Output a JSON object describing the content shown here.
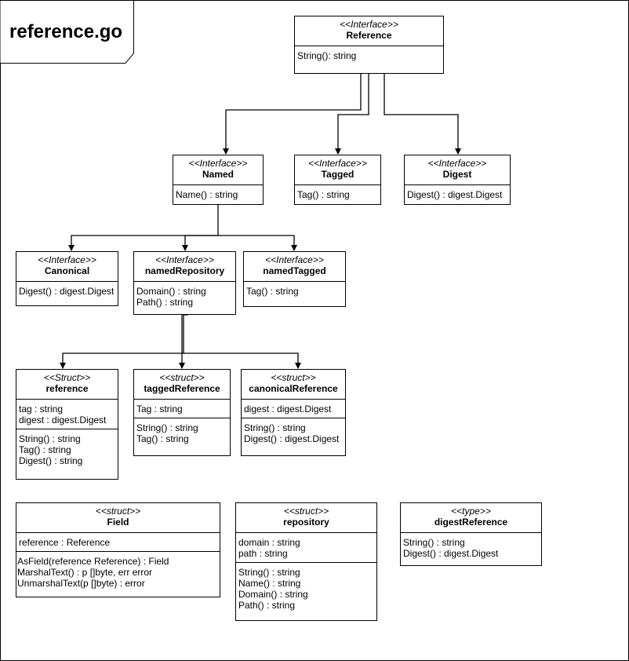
{
  "title": "reference.go",
  "boxes": {
    "reference_iface": {
      "stereotype": "<<Interface>>",
      "name": "Reference",
      "sections": [
        [
          "String(): string"
        ]
      ]
    },
    "named": {
      "stereotype": "<<Interface>>",
      "name": "Named",
      "sections": [
        [
          "Name() : string"
        ]
      ]
    },
    "tagged": {
      "stereotype": "<<Interface>>",
      "name": "Tagged",
      "sections": [
        [
          "Tag() : string"
        ]
      ]
    },
    "digest": {
      "stereotype": "<<Interface>>",
      "name": "Digest",
      "sections": [
        [
          "Digest() : digest.Digest"
        ]
      ]
    },
    "canonical": {
      "stereotype": "<<Interface>>",
      "name": "Canonical",
      "sections": [
        [
          "Digest() : digest.Digest"
        ]
      ]
    },
    "named_repository": {
      "stereotype": "<<Interface>>",
      "name": "namedRepository",
      "sections": [
        [
          "Domain() : string",
          "Path() : string"
        ]
      ]
    },
    "named_tagged": {
      "stereotype": "<<Interface>>",
      "name": "namedTagged",
      "sections": [
        [
          "Tag() : string"
        ]
      ]
    },
    "reference_struct": {
      "stereotype": "<<Struct>>",
      "name": "reference",
      "sections": [
        [
          "tag : string",
          "digest : digest.Digest"
        ],
        [
          "String() : string",
          "Tag() : string",
          "Digest() : string"
        ]
      ]
    },
    "tagged_reference": {
      "stereotype": "<<struct>>",
      "name": "taggedReference",
      "sections": [
        [
          "Tag : string"
        ],
        [
          "String() : string",
          "Tag() : string"
        ]
      ]
    },
    "canonical_reference": {
      "stereotype": "<<struct>>",
      "name": "canonicalReference",
      "sections": [
        [
          "digest : digest.Digest"
        ],
        [
          "String() : string",
          "Digest() : digest.Digest"
        ]
      ]
    },
    "field": {
      "stereotype": "<<struct>>",
      "name": "Field",
      "sections": [
        [
          "reference : Reference"
        ],
        [
          "AsField(reference Reference) : Field",
          "MarshalText() : p []byte, err error",
          "UnmarshalText(p []byte) : error"
        ]
      ]
    },
    "repository": {
      "stereotype": "<<struct>>",
      "name": "repository",
      "sections": [
        [
          "domain : string",
          "path : string"
        ],
        [
          "String() : string",
          "Name() : string",
          "Domain() : string",
          "Path() : string"
        ]
      ]
    },
    "digest_reference": {
      "stereotype": "<<type>>",
      "name": "digestReference",
      "sections": [
        [
          "String() : string",
          "Digest() : digest.Digest"
        ]
      ]
    }
  }
}
